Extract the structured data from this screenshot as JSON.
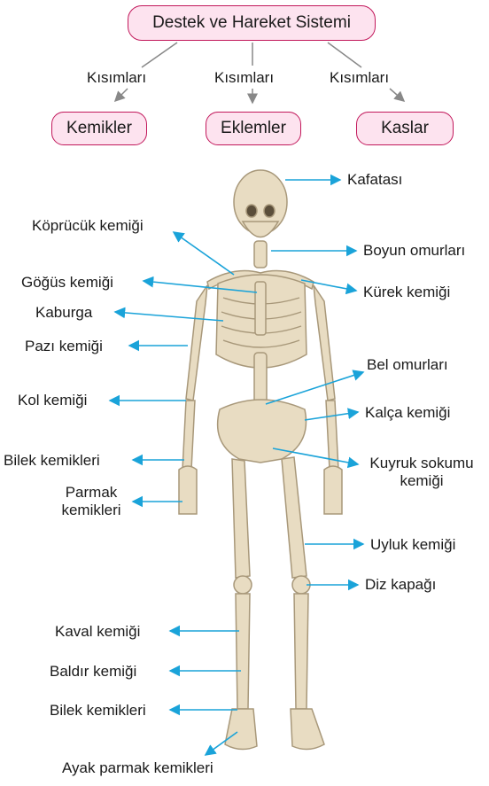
{
  "concept": {
    "root": "Destek ve Hareket Sistemi",
    "relation_label": "Kısımları",
    "children": [
      "Kemikler",
      "Eklemler",
      "Kaslar"
    ]
  },
  "labels_left": [
    "Köprücük kemiği",
    "Göğüs kemiği",
    "Kaburga",
    "Pazı kemiği",
    "Kol kemiği",
    "Bilek kemikleri",
    "Parmak kemikleri",
    "Kaval kemiği",
    "Baldır kemiği",
    "Bilek kemikleri"
  ],
  "labels_right": [
    "Kafatası",
    "Boyun omurları",
    "Kürek kemiği",
    "Bel omurları",
    "Kalça kemiği",
    "Kuyruk sokumu kemiği",
    "Uyluk kemiği",
    "Diz kapağı"
  ],
  "label_bottom": "Ayak parmak kemikleri",
  "colors": {
    "box_fill": "#fde3ef",
    "box_border": "#c2185b",
    "arrow": "#1aa3d9",
    "bone": "#e8dcc2",
    "bone_shadow": "#a8987a"
  }
}
